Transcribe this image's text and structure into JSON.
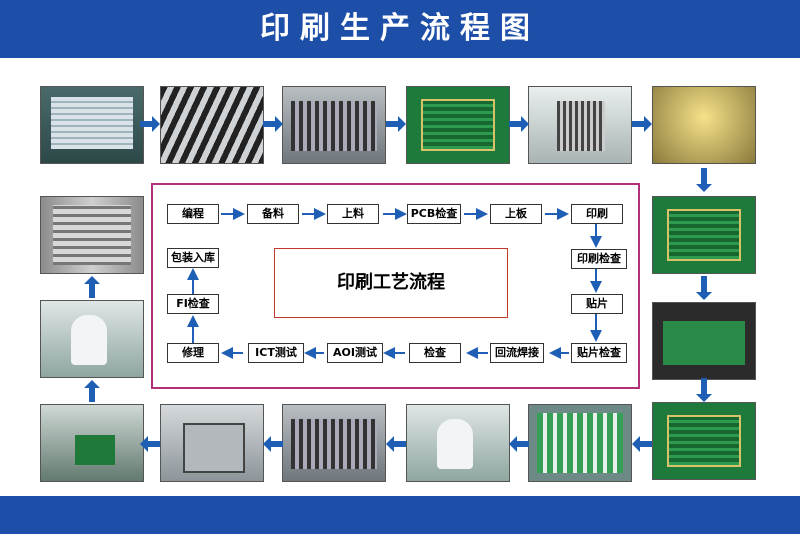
{
  "title": "印刷生产流程图",
  "center_label": "印刷工艺流程",
  "steps": {
    "s1": "编程",
    "s2": "备料",
    "s3": "上料",
    "s4": "PCB检查",
    "s5": "上板",
    "s6": "印刷",
    "s7": "印刷检查",
    "s8": "贴片",
    "s9": "贴片检查",
    "s10": "回流焊接",
    "s11": "检查",
    "s12": "AOI测试",
    "s13": "ICT测试",
    "s14": "修理",
    "s15": "FI检查",
    "s16": "包装入库"
  },
  "colors": {
    "banner": "#1e4fa8",
    "arrow": "#1e5fb5",
    "panel_border": "#b0307a",
    "center_border": "#c0392b"
  }
}
